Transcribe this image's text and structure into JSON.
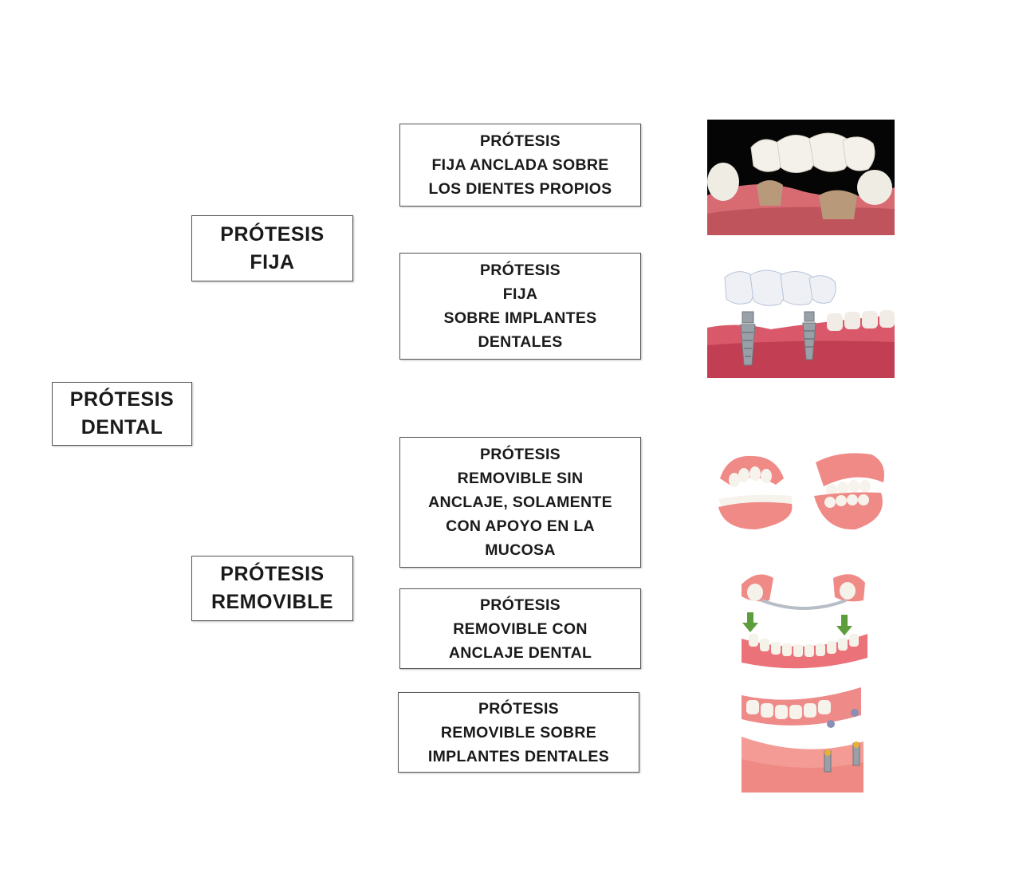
{
  "root": {
    "label": "PRÓTESIS\nDENTAL"
  },
  "categories": [
    {
      "label": "PRÓTESIS\nFIJA",
      "items": [
        {
          "label": "PRÓTESIS\nFIJA ANCLADA SOBRE\nLOS DIENTES PROPIOS",
          "icon": "tooth-bridge-icon"
        },
        {
          "label": "PRÓTESIS\nFIJA\nSOBRE IMPLANTES\nDENTALES",
          "icon": "implant-bridge-icon"
        }
      ]
    },
    {
      "label": "PRÓTESIS\nREMOVIBLE",
      "items": [
        {
          "label": "PRÓTESIS\nREMOVIBLE SIN\nANCLAJE, SOLAMENTE\nCON APOYO EN LA\nMUCOSA",
          "icon": "complete-denture-icon"
        },
        {
          "label": "PRÓTESIS\nREMOVIBLE CON\nANCLAJE DENTAL",
          "icon": "partial-denture-icon"
        },
        {
          "label": "PRÓTESIS\nREMOVIBLE SOBRE\nIMPLANTES DENTALES",
          "icon": "implant-overdenture-icon"
        }
      ]
    }
  ],
  "colors": {
    "gum": "#e0707a",
    "tooth": "#f4f1ea",
    "abutment": "#b89a7a",
    "metal": "#9aa0a8",
    "dark_bg": "#050505"
  }
}
